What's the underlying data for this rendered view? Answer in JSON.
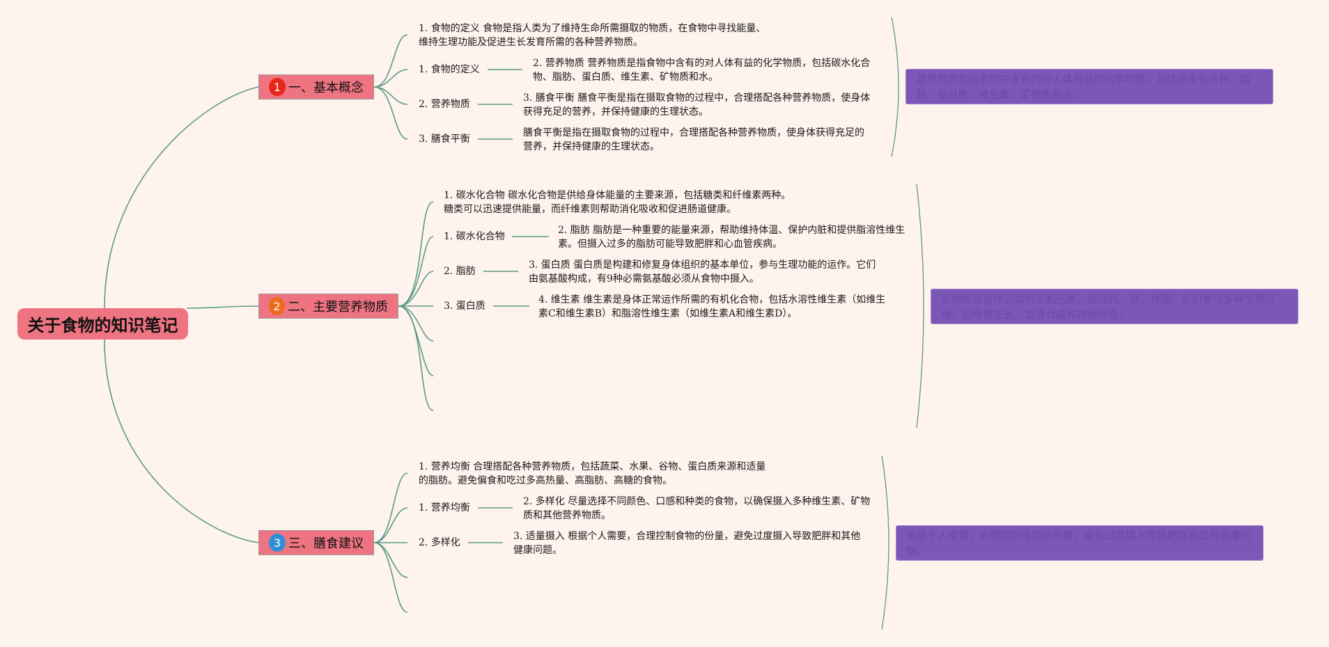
{
  "root": {
    "title": "关于食物的知识笔记"
  },
  "branches": [
    {
      "badge": "1",
      "badge_color": "#e8261c",
      "title": "一、基本概念",
      "intro": [
        "1. 食物的定义 食物是指人类为了维持生命所需摄取的物质，在食物中寻找能量、",
        "维持生理功能及促进生长发育所需的各种营养物质。"
      ],
      "items": [
        {
          "label": "1. 食物的定义",
          "detail": [
            "2. 营养物质 营养物质是指食物中含有的对人体有益的化学物质，包括碳水化合",
            "物、脂肪、蛋白质、维生素、矿物质和水。"
          ]
        },
        {
          "label": "2. 营养物质",
          "detail": [
            "3. 膳食平衡 膳食平衡是指在摄取食物的过程中，合理搭配各种营养物质，使身体",
            "获得充足的营养，并保持健康的生理状态。"
          ]
        },
        {
          "label": "3. 膳食平衡",
          "detail": [
            "膳食平衡是指在摄取食物的过程中，合理搭配各种营养物质，使身体获得充足的",
            "营养，并保持健康的生理状态。"
          ]
        }
      ],
      "summary": "营养物质是指食物中含有的对人体有益的化学物质，包括碳水化合物、脂肪、蛋白质、维生素、矿物质和水。"
    },
    {
      "badge": "2",
      "badge_color": "#ee6a1d",
      "title": "二、主要营养物质",
      "intro": [
        "1. 碳水化合物 碳水化合物是供给身体能量的主要来源，包括糖类和纤维素两种。",
        "糖类可以迅速提供能量，而纤维素则帮助消化吸收和促进肠道健康。"
      ],
      "items": [
        {
          "label": "1. 碳水化合物",
          "detail": [
            "2. 脂肪 脂肪是一种重要的能量来源，帮助维持体温、保护内脏和提供脂溶性维生",
            "素。但摄入过多的脂肪可能导致肥胖和心血管疾病。"
          ]
        },
        {
          "label": "2. 脂肪",
          "detail": [
            "3. 蛋白质 蛋白质是构建和修复身体组织的基本单位，参与生理功能的运作。它们",
            "由氨基酸构成，有9种必需氨基酸必须从食物中摄入。"
          ]
        },
        {
          "label": "3. 蛋白质",
          "detail": [
            "4. 维生素 维生素是身体正常运作所需的有机化合物，包括水溶性维生素（如维生",
            "素C和维生素B）和脂溶性维生素（如维生素A和维生素D）。"
          ]
        }
      ],
      "summary": "矿物质是身体必需的无机元素，包括钙、铁、锌等。它们参与多种生理过程，如骨骼生长、血液合成和神经传导。"
    },
    {
      "badge": "3",
      "badge_color": "#2f8fd4",
      "title": "三、膳食建议",
      "intro": [
        "1. 营养均衡 合理搭配各种营养物质，包括蔬菜、水果、谷物、蛋白质来源和适量",
        "的脂肪。避免偏食和吃过多高热量、高脂肪、高糖的食物。"
      ],
      "items": [
        {
          "label": "1. 营养均衡",
          "detail": [
            "2. 多样化 尽量选择不同颜色、口感和种类的食物，以确保摄入多种维生素、矿物",
            "质和其他营养物质。"
          ]
        },
        {
          "label": "2. 多样化",
          "detail": [
            "3. 适量摄入 根据个人需要，合理控制食物的份量，避免过度摄入导致肥胖和其他",
            "健康问题。"
          ]
        }
      ],
      "summary": "根据个人需要，合理控制食物的份量，避免过度摄入导致肥胖和其他健康问题。"
    }
  ],
  "colors": {
    "connector": "#5a9a86",
    "node": "#ef7482",
    "summary": "#7c57b8",
    "summary_text": "#6a4aa8",
    "background": "#fff3ee"
  }
}
